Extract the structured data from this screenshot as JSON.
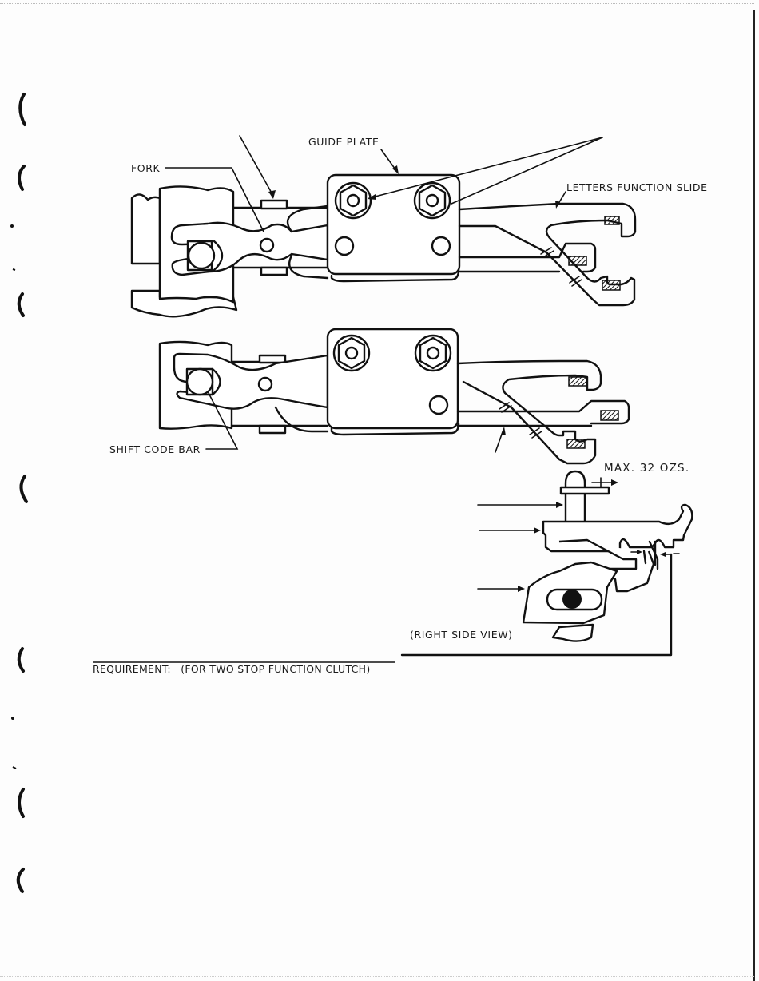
{
  "document": {
    "type": "technical-manual-page",
    "figure": {
      "top_view_labels": {
        "guide_plate": "GUIDE PLATE",
        "fork": "FORK",
        "letters_function_slide": "LETTERS FUNCTION SLIDE",
        "shift_code_bar": "SHIFT CODE BAR"
      },
      "side_view_labels": {
        "max_force": "MAX. 32 OZS.",
        "view_caption": "(RIGHT SIDE VIEW)"
      }
    },
    "requirement": {
      "label": "REQUIREMENT:",
      "text": "(FOR TWO STOP FUNCTION CLUTCH)"
    },
    "binder_holes": 7
  }
}
